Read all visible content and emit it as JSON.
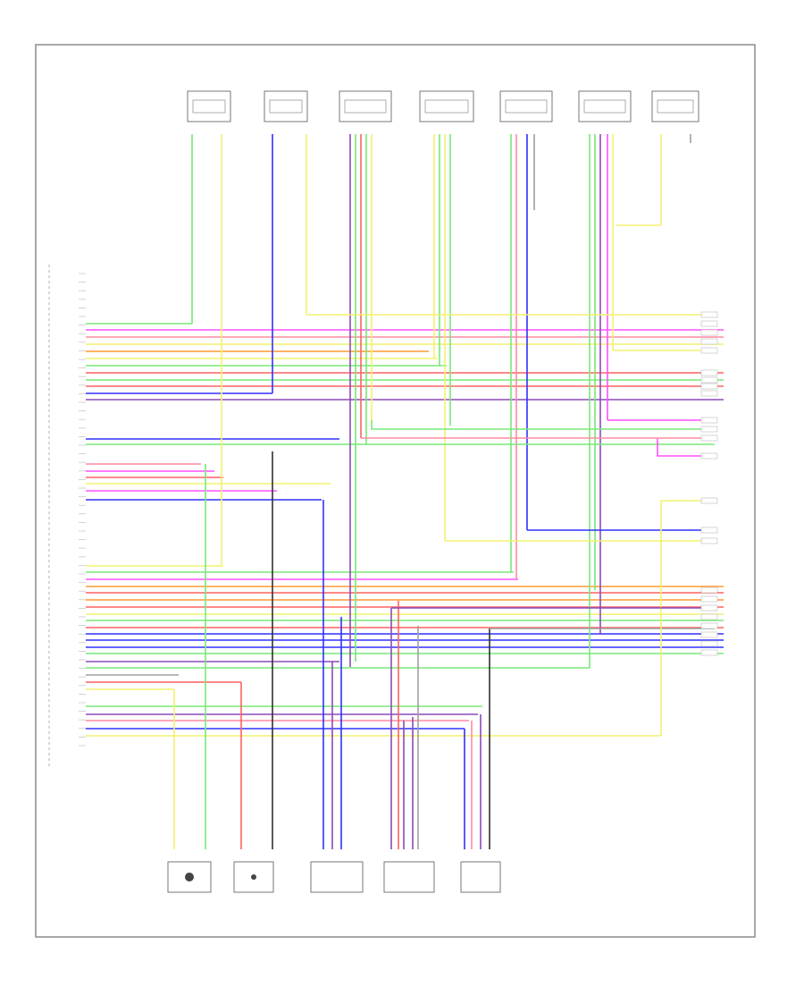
{
  "diagram": {
    "caption": "",
    "module_label": "",
    "colors": {
      "green": "#78e878",
      "blue": "#3030ff",
      "yellow": "#f2f270",
      "magenta": "#ff50ff",
      "orange": "#ff9a30",
      "red": "#ff6060",
      "violet": "#8a4ab8",
      "pink": "#ff8aa0",
      "gray": "#a0a0a0",
      "black": "#303030"
    },
    "top_components": [
      {
        "id": "t1",
        "label": ""
      },
      {
        "id": "t2",
        "label": ""
      },
      {
        "id": "t3",
        "label": ""
      },
      {
        "id": "t4",
        "label": ""
      },
      {
        "id": "t5",
        "label": ""
      },
      {
        "id": "t6",
        "label": ""
      },
      {
        "id": "t7",
        "label": ""
      }
    ],
    "bottom_components": [
      {
        "id": "b1",
        "label": ""
      },
      {
        "id": "b2",
        "label": ""
      },
      {
        "id": "b3",
        "label": ""
      },
      {
        "id": "b4",
        "label": ""
      },
      {
        "id": "b5",
        "label": ""
      }
    ],
    "ecu_pins": [],
    "wire_labels": [],
    "right_labels": []
  }
}
